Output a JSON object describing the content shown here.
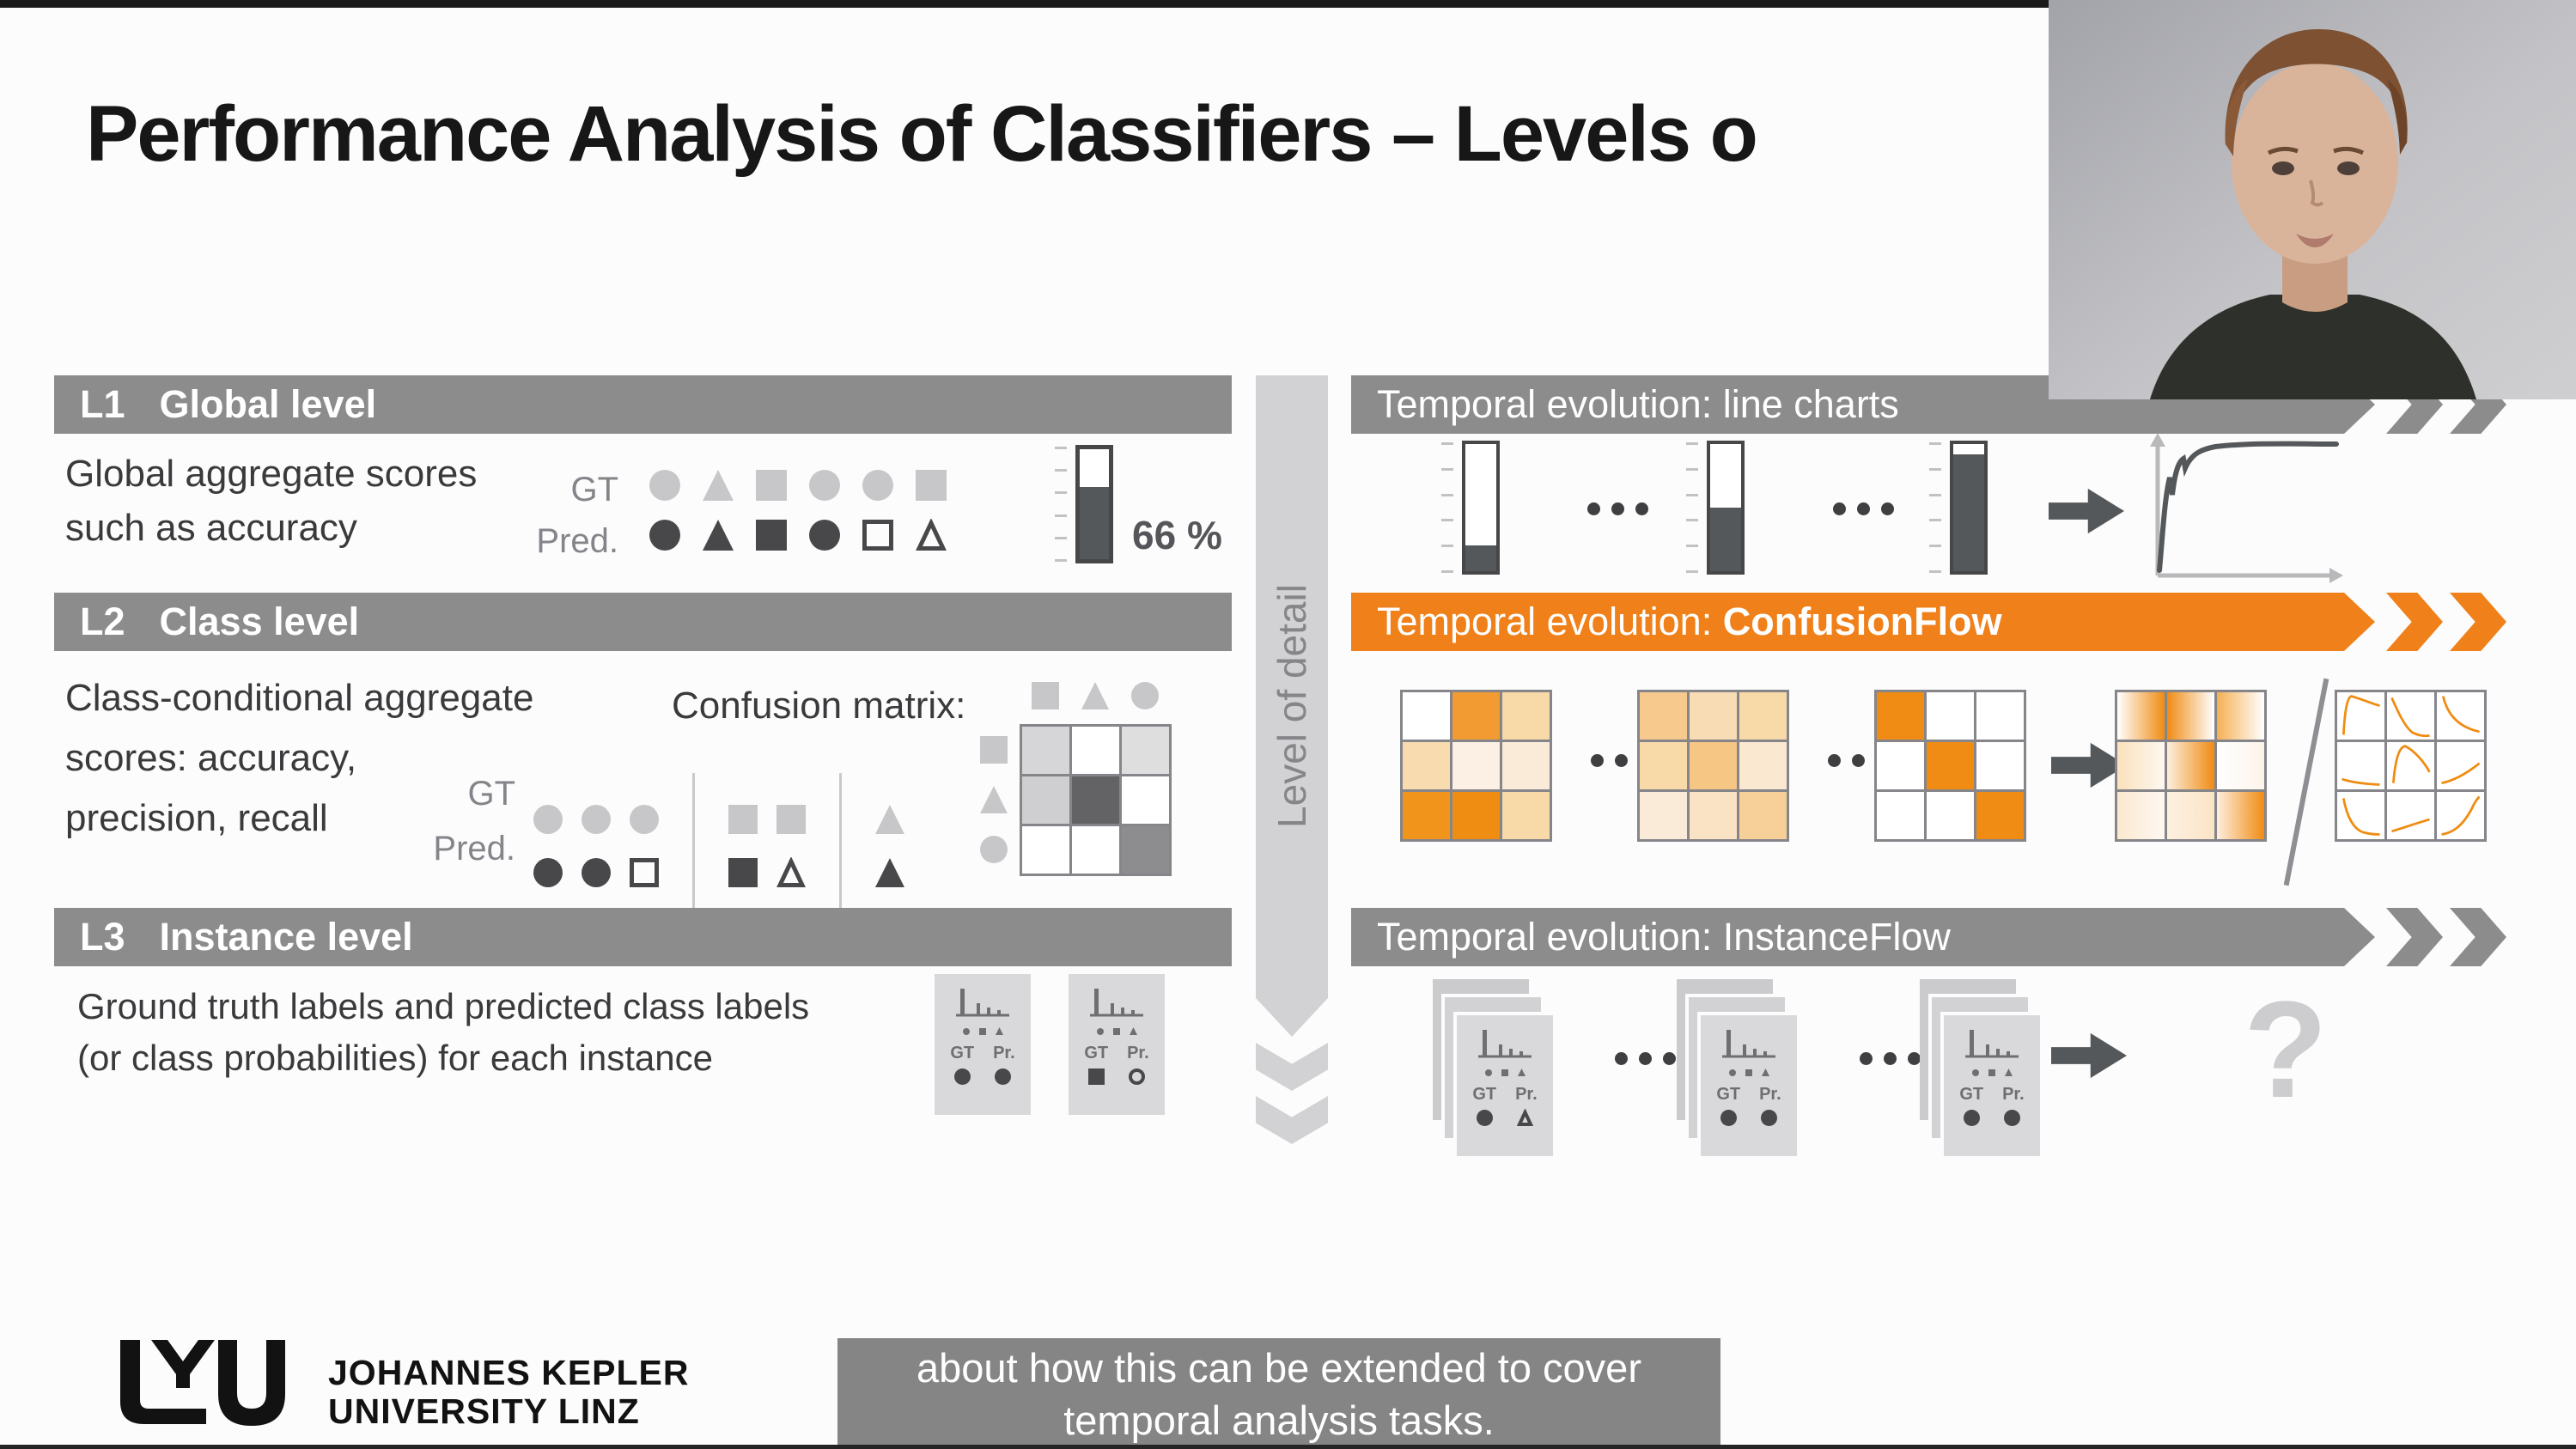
{
  "title": "Performance Analysis of Classifiers – Levels o",
  "colors": {
    "orange": "#F08019",
    "banner_gray": "#8C8C8C",
    "dark_shape": "#48484B",
    "light_shape": "#C7C7CA",
    "gauge_fill": "#55585B",
    "matrix_border": "#85858A",
    "sparkline": "#EF8C12",
    "question_gray": "#CDCDCF"
  },
  "levels": {
    "l1": {
      "tag": "L1",
      "label": "Global level",
      "desc_line1": "Global aggregate scores",
      "desc_line2": "such as accuracy",
      "gt": "GT",
      "pred": "Pred.",
      "score": "66 %",
      "score_fraction": 0.66,
      "gt_shapes": [
        {
          "t": "circle"
        },
        {
          "t": "triangle"
        },
        {
          "t": "square"
        },
        {
          "t": "circle"
        },
        {
          "t": "circle"
        },
        {
          "t": "square"
        }
      ],
      "pred_shapes": [
        {
          "t": "circle",
          "f": 1
        },
        {
          "t": "triangle",
          "f": 1
        },
        {
          "t": "square",
          "f": 1
        },
        {
          "t": "circle",
          "f": 1
        },
        {
          "t": "square",
          "f": 0
        },
        {
          "t": "triangle",
          "f": 0
        }
      ]
    },
    "l2": {
      "tag": "L2",
      "label": "Class level",
      "desc_line1": "Class-conditional aggregate",
      "desc_line2": "scores: accuracy,",
      "desc_line3": "precision, recall",
      "confusion_label": "Confusion matrix:",
      "gt": "GT",
      "pred": "Pred.",
      "gt_groups": [
        [
          {
            "t": "circle"
          },
          {
            "t": "circle"
          },
          {
            "t": "circle"
          }
        ],
        [
          {
            "t": "square"
          },
          {
            "t": "square"
          }
        ],
        [
          {
            "t": "triangle"
          }
        ]
      ],
      "pred_groups": [
        [
          {
            "t": "circle",
            "f": 1
          },
          {
            "t": "circle",
            "f": 1
          },
          {
            "t": "square",
            "f": 0
          }
        ],
        [
          {
            "t": "square",
            "f": 1
          },
          {
            "t": "triangle",
            "f": 0
          }
        ],
        [
          {
            "t": "triangle",
            "f": 1
          }
        ]
      ],
      "matrix": {
        "col_headers": [
          "square",
          "triangle",
          "circle"
        ],
        "row_headers": [
          "square",
          "triangle",
          "circle"
        ],
        "cells": [
          [
            "#D6D6D8",
            "#FFFFFF",
            "#DEDEDF"
          ],
          [
            "#CFCFD1",
            "#636366",
            "#FFFFFF"
          ],
          [
            "#FFFFFF",
            "#FFFFFF",
            "#8D8D90"
          ]
        ]
      }
    },
    "l3": {
      "tag": "L3",
      "label": "Instance level",
      "desc_line1": "Ground truth labels and predicted class labels",
      "desc_line2": "(or class probabilities) for each instance",
      "gt_label": "GT",
      "pr_label": "Pr.",
      "cards": [
        {
          "gt": {
            "t": "circle",
            "f": 1
          },
          "pr": {
            "t": "circle",
            "f": 1
          }
        },
        {
          "gt": {
            "t": "square",
            "f": 1
          },
          "pr": {
            "t": "circle",
            "f": 0
          }
        }
      ]
    }
  },
  "detail_axis": {
    "label": "Level of detail"
  },
  "right": {
    "banner1": {
      "text": "Temporal evolution: line charts"
    },
    "banner2": {
      "prefix": "Temporal evolution: ",
      "bold": "ConfusionFlow"
    },
    "banner3": {
      "text": "Temporal evolution: InstanceFlow"
    },
    "gauge_fills": [
      0.2,
      0.5,
      0.92
    ],
    "cf_matrices": {
      "m1": [
        [
          "#FFFFFF",
          "#F29B33",
          "#F8D9A8"
        ],
        [
          "#F8DCB0",
          "#FBF0E3",
          "#FAEBD8"
        ],
        [
          "#F0941C",
          "#EF8C12",
          "#F8D9A8"
        ]
      ],
      "m2": [
        [
          "#F7C98C",
          "#F8DCB4",
          "#F8D9A8"
        ],
        [
          "#F8D9A8",
          "#F6C684",
          "#FAE8D0"
        ],
        [
          "#FAEBD8",
          "#F9E3C4",
          "#F7CF98"
        ]
      ],
      "m3": [
        [
          "#F08C14",
          "#FFFFFF",
          "#FFFFFF"
        ],
        [
          "#FFFFFF",
          "#F08C14",
          "#FFFFFF"
        ],
        [
          "#FFFFFF",
          "#FFFFFF",
          "#F08C14"
        ]
      ],
      "m4": [
        [
          [
            "#FFFFFF",
            "#F08C14"
          ],
          [
            "#F08C14",
            "#FFFFFF"
          ],
          [
            "#F5B055",
            "#FFFFFF"
          ]
        ],
        [
          [
            "#FBE0BC",
            "#FDF8F0"
          ],
          [
            "#FCEEDD",
            "#F08C14"
          ],
          [
            "#FFFFFF",
            "#FDF4EA"
          ]
        ],
        [
          [
            "#FCE8CF",
            "#FDF8F2"
          ],
          [
            "#FDF0E0",
            "#FBE4C6"
          ],
          [
            "#FDEEDD",
            "#F08C14"
          ]
        ]
      ]
    },
    "if_stacks": [
      {
        "gt": {
          "t": "circle",
          "f": 1
        },
        "pr": {
          "t": "triangle",
          "f": 0
        }
      },
      {
        "gt": {
          "t": "circle",
          "f": 1
        },
        "pr": {
          "t": "circle",
          "f": 1
        }
      },
      {
        "gt": {
          "t": "circle",
          "f": 1
        },
        "pr": {
          "t": "circle",
          "f": 1
        }
      }
    ],
    "question": "?"
  },
  "logo": {
    "line1": "JOHANNES KEPLER",
    "line2": "UNIVERSITY LINZ"
  },
  "caption": {
    "line1": "about how this can be extended to cover",
    "line2": "temporal analysis tasks."
  }
}
